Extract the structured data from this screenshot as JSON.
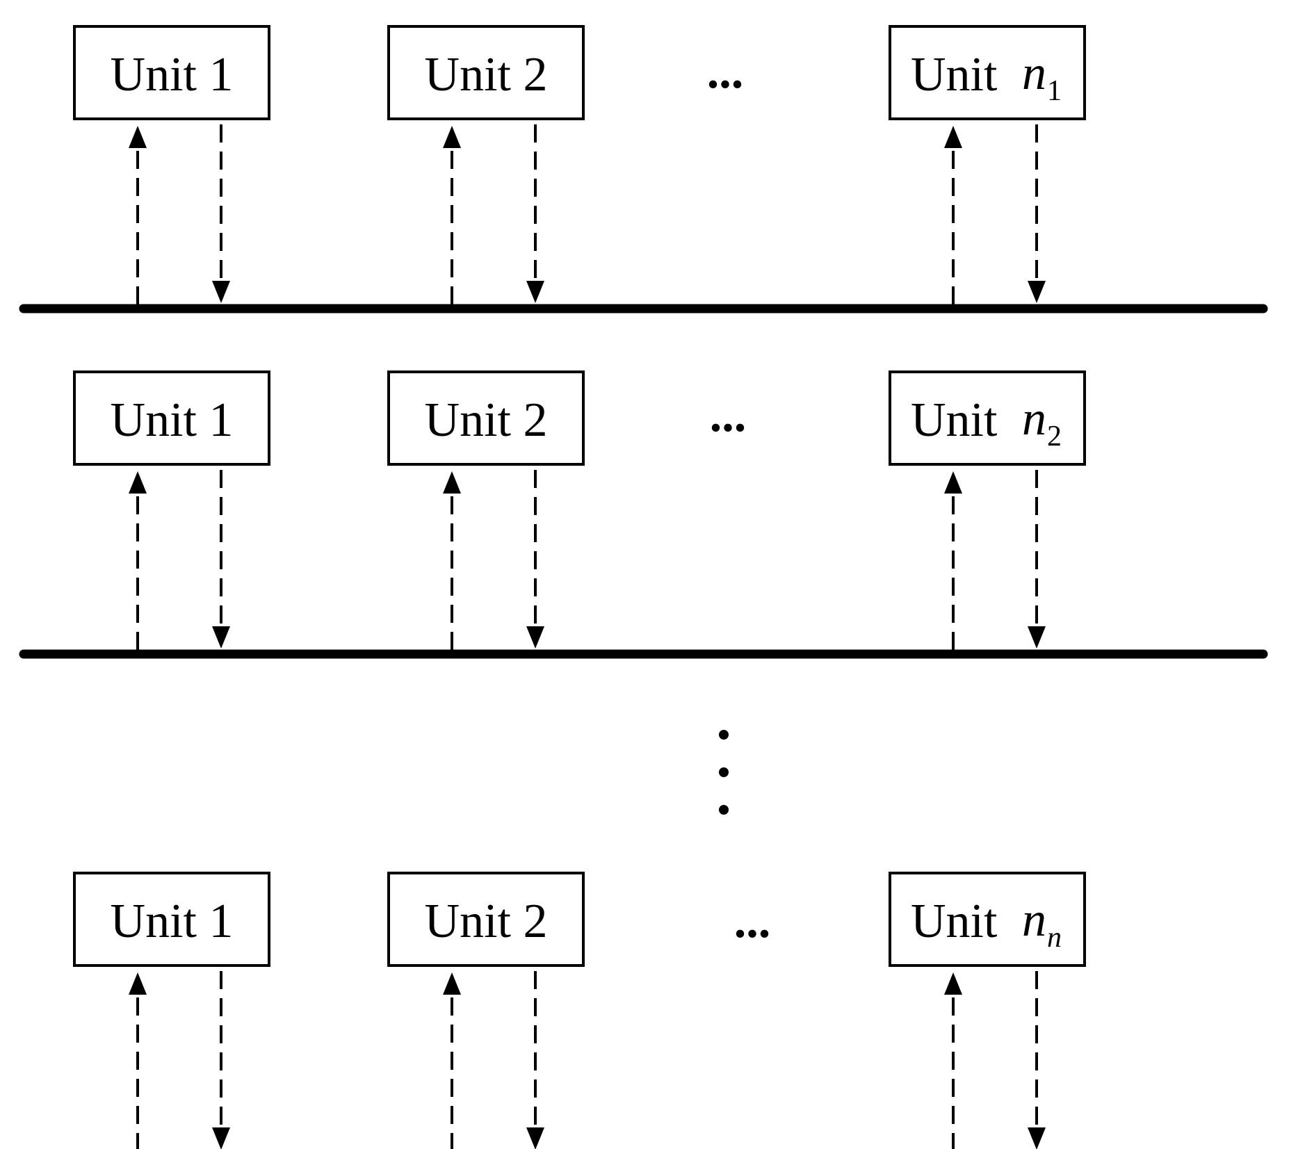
{
  "diagram": {
    "layers": [
      {
        "units": [
          {
            "label": "Unit",
            "num": "1"
          },
          {
            "label": "Unit",
            "num": "2"
          },
          {
            "label": "Unit",
            "var": "n",
            "sub": "1",
            "sub_italic": false
          }
        ],
        "ellipsis": "..."
      },
      {
        "units": [
          {
            "label": "Unit",
            "num": "1"
          },
          {
            "label": "Unit",
            "num": "2"
          },
          {
            "label": "Unit",
            "var": "n",
            "sub": "2",
            "sub_italic": false
          }
        ],
        "ellipsis": "..."
      },
      {
        "units": [
          {
            "label": "Unit",
            "num": "1"
          },
          {
            "label": "Unit",
            "num": "2"
          },
          {
            "label": "Unit",
            "var": "n",
            "sub": "n",
            "sub_italic": true
          }
        ],
        "ellipsis": "..."
      }
    ]
  }
}
